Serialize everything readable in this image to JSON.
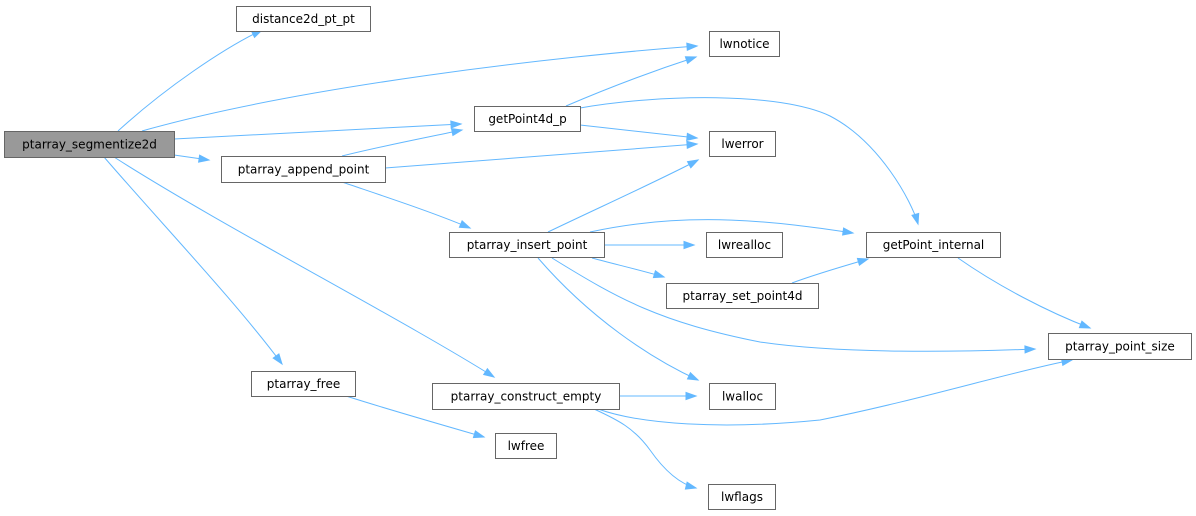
{
  "diagram": {
    "nodes": {
      "ptarray_segmentize2d": "ptarray_segmentize2d",
      "distance2d_pt_pt": "distance2d_pt_pt",
      "lwnotice": "lwnotice",
      "getPoint4d_p": "getPoint4d_p",
      "lwerror": "lwerror",
      "ptarray_append_point": "ptarray_append_point",
      "ptarray_insert_point": "ptarray_insert_point",
      "lwrealloc": "lwrealloc",
      "getPoint_internal": "getPoint_internal",
      "ptarray_set_point4d": "ptarray_set_point4d",
      "ptarray_point_size": "ptarray_point_size",
      "ptarray_free": "ptarray_free",
      "ptarray_construct_empty": "ptarray_construct_empty",
      "lwalloc": "lwalloc",
      "lwfree": "lwfree",
      "lwflags": "lwflags"
    },
    "edges": [
      {
        "from": "ptarray_segmentize2d",
        "to": "distance2d_pt_pt"
      },
      {
        "from": "ptarray_segmentize2d",
        "to": "lwnotice"
      },
      {
        "from": "ptarray_segmentize2d",
        "to": "getPoint4d_p"
      },
      {
        "from": "ptarray_segmentize2d",
        "to": "ptarray_append_point"
      },
      {
        "from": "ptarray_segmentize2d",
        "to": "ptarray_free"
      },
      {
        "from": "ptarray_segmentize2d",
        "to": "ptarray_construct_empty"
      },
      {
        "from": "getPoint4d_p",
        "to": "lwnotice"
      },
      {
        "from": "getPoint4d_p",
        "to": "lwerror"
      },
      {
        "from": "getPoint4d_p",
        "to": "getPoint_internal"
      },
      {
        "from": "ptarray_append_point",
        "to": "getPoint4d_p"
      },
      {
        "from": "ptarray_append_point",
        "to": "lwerror"
      },
      {
        "from": "ptarray_append_point",
        "to": "ptarray_insert_point"
      },
      {
        "from": "ptarray_insert_point",
        "to": "lwerror"
      },
      {
        "from": "ptarray_insert_point",
        "to": "getPoint_internal"
      },
      {
        "from": "ptarray_insert_point",
        "to": "lwrealloc"
      },
      {
        "from": "ptarray_insert_point",
        "to": "ptarray_set_point4d"
      },
      {
        "from": "ptarray_insert_point",
        "to": "ptarray_point_size"
      },
      {
        "from": "ptarray_insert_point",
        "to": "lwalloc"
      },
      {
        "from": "ptarray_set_point4d",
        "to": "getPoint_internal"
      },
      {
        "from": "getPoint_internal",
        "to": "ptarray_point_size"
      },
      {
        "from": "ptarray_free",
        "to": "lwfree"
      },
      {
        "from": "ptarray_construct_empty",
        "to": "lwalloc"
      },
      {
        "from": "ptarray_construct_empty",
        "to": "ptarray_point_size"
      },
      {
        "from": "ptarray_construct_empty",
        "to": "lwflags"
      }
    ],
    "colors": {
      "edge": "#63b8ff",
      "node_border": "#666666",
      "root_fill": "#999999",
      "node_fill": "#ffffff"
    }
  }
}
